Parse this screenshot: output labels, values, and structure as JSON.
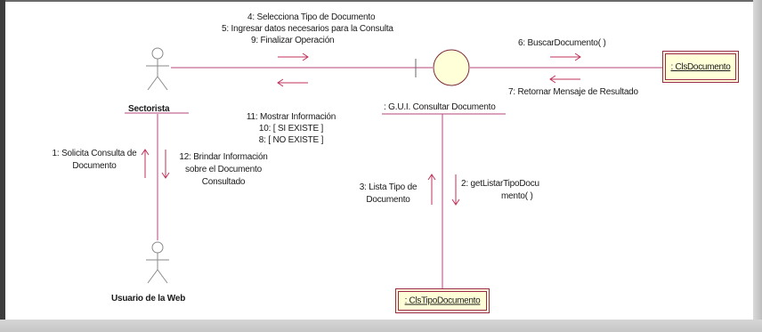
{
  "actors": {
    "sectorista": "Sectorista",
    "usuario": "Usuario de la Web"
  },
  "objects": {
    "gui": ": G.U.I. Consultar Documento",
    "cls_documento": ": ClsDocumento",
    "cls_tipo": ": ClsTipoDocumento"
  },
  "messages": {
    "m4": "4: Selecciona Tipo de Documento",
    "m5": "5: Ingresar datos necesarios para la Consulta",
    "m9": "9: Finalizar Operación",
    "m6": "6: BuscarDocumento( )",
    "m7": "7: Retornar Mensaje de Resultado",
    "m11": "11: Mostrar Información",
    "m10": "10: [ SI EXISTE ]",
    "m8": "8: [ NO EXISTE ]",
    "m1_line1": "1: Solicita Consulta de",
    "m1_line2": "Documento",
    "m12_line1": "12: Brindar Información",
    "m12_line2": "sobre el Documento",
    "m12_line3": "Consultado",
    "m3_line1": "3: Lista Tipo de",
    "m3_line2": "Documento",
    "m2_line1": "2: getListarTipoDocu",
    "m2_line2": "mento( )"
  },
  "colors": {
    "link": "#b5457a",
    "arrow": "#c0305a",
    "object_fill": "#ffffd8",
    "object_border": "#9a2a4a",
    "actor_stroke": "#8a8a8a"
  }
}
